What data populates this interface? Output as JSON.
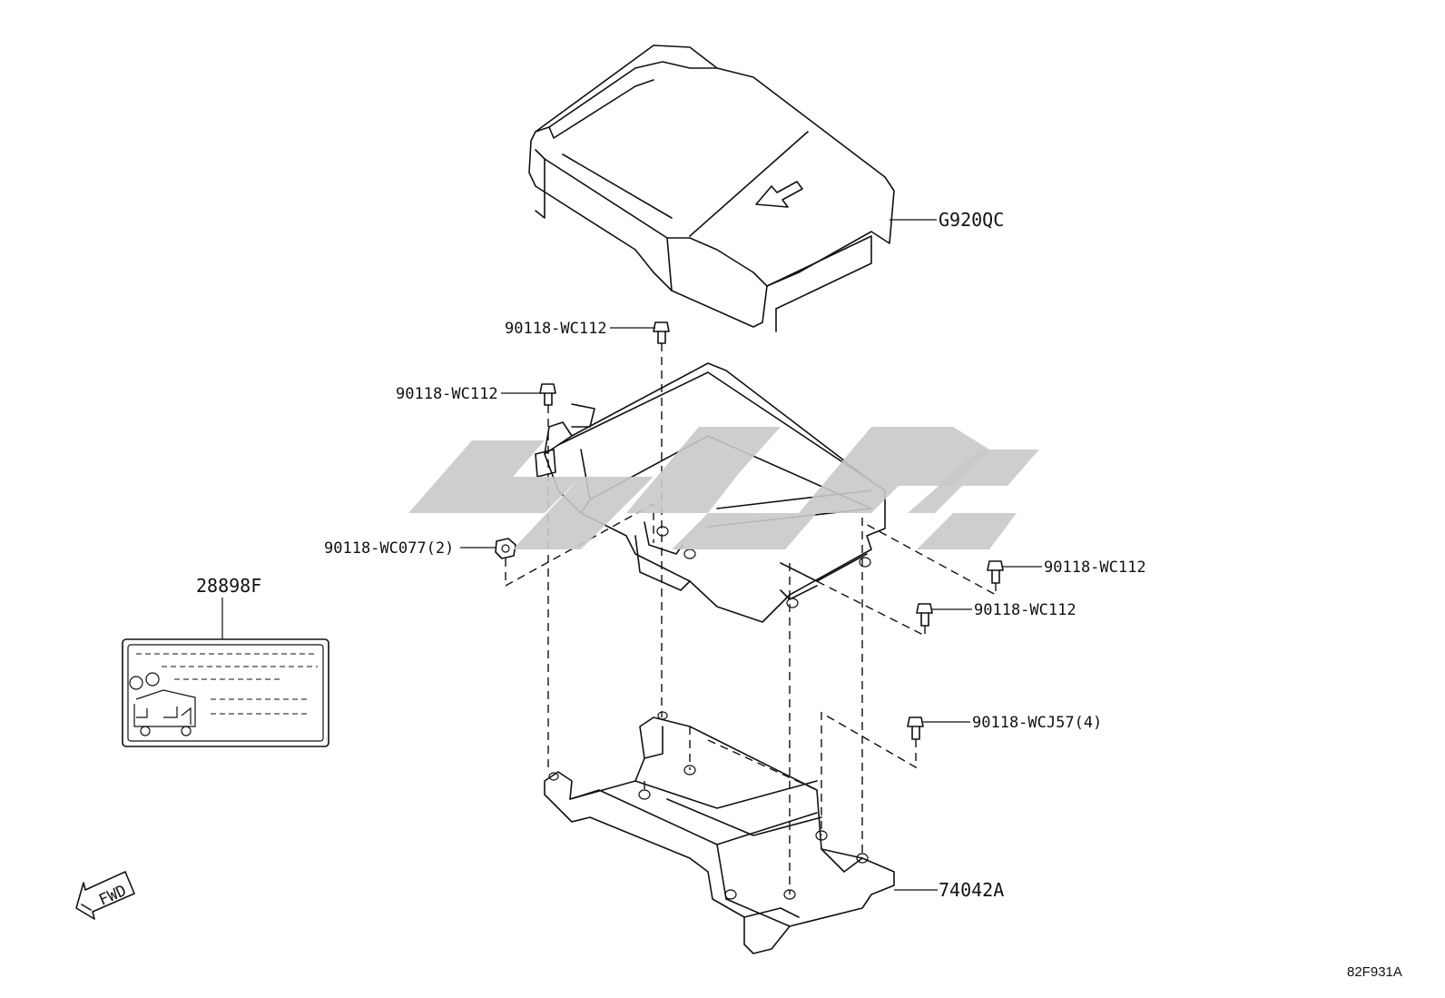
{
  "parts": {
    "cover": "G920QC",
    "bolt_top": "90118-WC112",
    "bolt_left": "90118-WC112",
    "nut": "90118-WC077(2)",
    "bolt_right_1": "90118-WC112",
    "bolt_right_2": "90118-WC112",
    "bolt_bracket": "90118-WCJ57(4)",
    "bracket": "74042A",
    "label": "28898F"
  },
  "fwd_text": "FWD",
  "diagram_ref": "82F931A"
}
